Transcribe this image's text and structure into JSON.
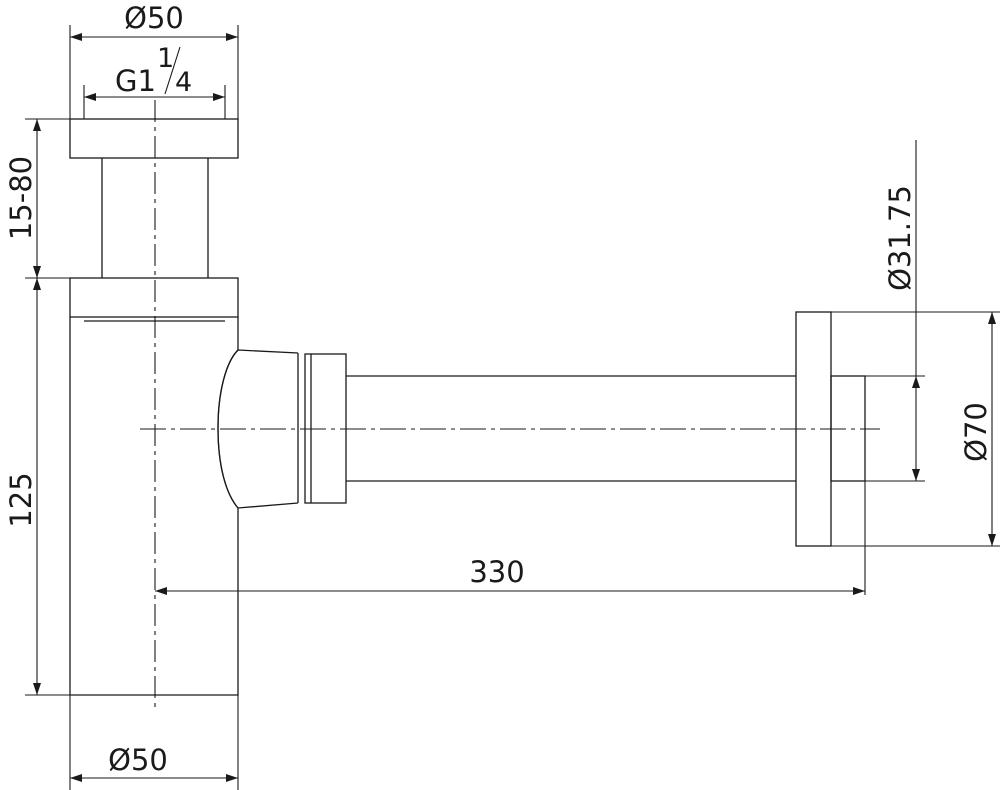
{
  "labels": {
    "top_diameter": "Ø50",
    "thread": "G1",
    "thread_frac_num": "1",
    "thread_frac_den": "4",
    "adjust_range": "15-80",
    "body_height": "125",
    "outlet_length": "330",
    "pipe_diameter": "Ø31.75",
    "flange_diameter": "Ø70",
    "bottom_diameter": "Ø50"
  },
  "colors": {
    "line": "#1a1a1a",
    "background": "#ffffff"
  }
}
